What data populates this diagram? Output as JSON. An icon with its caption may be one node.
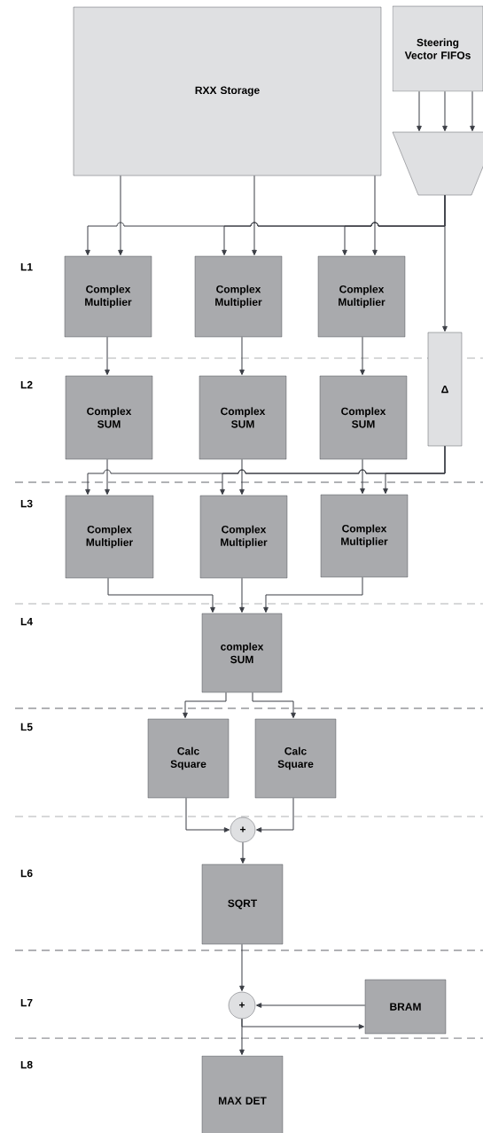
{
  "diagram": {
    "nodes": [
      {
        "text": [
          "RXX Storage"
        ]
      },
      {
        "text": [
          "Steering Vector FIFOs"
        ]
      },
      {
        "text": [],
        "shape": "trapezoid"
      },
      {
        "text": [
          "Complex Multiplier"
        ]
      },
      {
        "text": [
          "Complex Multiplier"
        ]
      },
      {
        "text": [
          "Complex Multiplier"
        ]
      },
      {
        "text": [
          "Δ"
        ]
      },
      {
        "text": [
          "Complex SUM"
        ]
      },
      {
        "text": [
          "Complex SUM"
        ]
      },
      {
        "text": [
          "Complex SUM"
        ]
      },
      {
        "text": [
          "Complex Multiplier"
        ]
      },
      {
        "text": [
          "Complex Multiplier"
        ]
      },
      {
        "text": [
          "Complex Multiplier"
        ]
      },
      {
        "text": [
          "complex SUM"
        ]
      },
      {
        "text": [
          "Calc Square"
        ]
      },
      {
        "text": [
          "Calc Square"
        ]
      },
      {
        "text": [
          "+"
        ]
      },
      {
        "text": [
          "SQRT"
        ]
      },
      {
        "text": [
          "+"
        ]
      },
      {
        "text": [
          "BRAM"
        ]
      },
      {
        "text": [
          "MAX DET"
        ]
      }
    ],
    "edges": [
      {
        "from": 1,
        "to": 2,
        "arrow": "to"
      },
      {
        "from": 1,
        "to": 2,
        "arrow": "to"
      },
      {
        "from": 1,
        "to": 2,
        "arrow": "to"
      },
      {
        "from": 0,
        "to": 3,
        "arrow": "to"
      },
      {
        "from": 0,
        "to": 4,
        "arrow": "to"
      },
      {
        "from": 0,
        "to": 5,
        "arrow": "to"
      },
      {
        "from": 2,
        "to": 3,
        "arrow": "to"
      },
      {
        "from": 2,
        "to": 4,
        "arrow": "to"
      },
      {
        "from": 2,
        "to": 5,
        "arrow": "to"
      },
      {
        "from": 2,
        "to": 6,
        "arrow": "to"
      },
      {
        "from": 3,
        "to": 7,
        "arrow": "to"
      },
      {
        "from": 4,
        "to": 8,
        "arrow": "to"
      },
      {
        "from": 5,
        "to": 9,
        "arrow": "to"
      },
      {
        "from": 7,
        "to": 10,
        "arrow": "to"
      },
      {
        "from": 8,
        "to": 11,
        "arrow": "to"
      },
      {
        "from": 9,
        "to": 12,
        "arrow": "to"
      },
      {
        "from": 6,
        "to": 10,
        "arrow": "to"
      },
      {
        "from": 6,
        "to": 11,
        "arrow": "to"
      },
      {
        "from": 6,
        "to": 12,
        "arrow": "to"
      },
      {
        "from": 10,
        "to": 13,
        "arrow": "to"
      },
      {
        "from": 11,
        "to": 13,
        "arrow": "to"
      },
      {
        "from": 12,
        "to": 13,
        "arrow": "to"
      },
      {
        "from": 13,
        "to": 14,
        "arrow": "to"
      },
      {
        "from": 13,
        "to": 15,
        "arrow": "to"
      },
      {
        "from": 14,
        "to": 16,
        "arrow": "to"
      },
      {
        "from": 15,
        "to": 16,
        "arrow": "to"
      },
      {
        "from": 16,
        "to": 17,
        "arrow": "to"
      },
      {
        "from": 17,
        "to": 18,
        "arrow": "to"
      },
      {
        "from": 19,
        "to": 18,
        "arrow": "to"
      },
      {
        "from": 18,
        "to": 19,
        "arrow": "to"
      },
      {
        "from": 18,
        "to": 20,
        "arrow": "to"
      }
    ],
    "labels": [
      "L1",
      "L2",
      "L3",
      "L4",
      "L5",
      "L6",
      "L7",
      "L8"
    ]
  }
}
